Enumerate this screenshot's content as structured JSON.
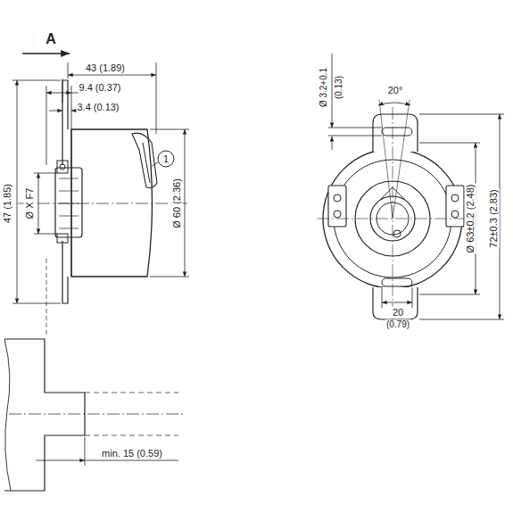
{
  "diagram": {
    "labels": [
      "A",
      "43 (1.89)",
      "9.4 (0.37)",
      "3.4 (0.13)",
      "Ø X F7",
      "47 (1.85)",
      "Ø 60 (2.36)",
      "1",
      "Ø 3.2+0.1",
      "(0.13)",
      "20°",
      "Ø 63±0.2 (2.48)",
      "72±0.3 (2.83)",
      "20",
      "(0.79)",
      "min. 15 (0.59)"
    ]
  }
}
